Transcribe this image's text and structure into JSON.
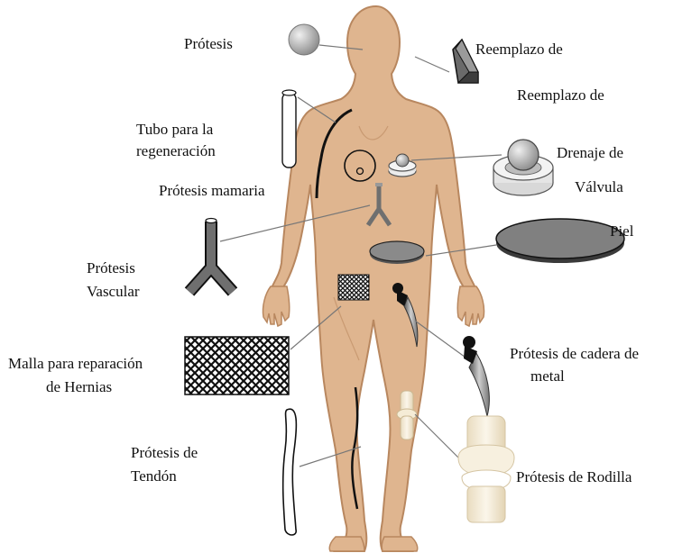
{
  "labels": {
    "protesis": "Prótesis",
    "reemplazo_1": "Reemplazo de",
    "reemplazo_2": "Reemplazo de",
    "tubo_line1": "Tubo para la",
    "tubo_line2": "regeneración",
    "drenaje": "Drenaje de",
    "valvula": "Válvula",
    "mamaria": "Prótesis mamaria",
    "piel": "Piel",
    "vascular_line1": "Prótesis",
    "vascular_line2": "Vascular",
    "malla_line1": "Malla para reparación",
    "malla_line2": "de Hernias",
    "cadera_line1": "Prótesis de cadera de",
    "cadera_line2": "metal",
    "tendon_line1": "Prótesis de",
    "tendon_line2": "Tendón",
    "rodilla": "Prótesis de Rodilla"
  },
  "colors": {
    "skin": "#dfb58f",
    "skin_shadow": "#c99a72",
    "implant_gray": "#6f6f6f",
    "implant_dark": "#2b2b2b",
    "bone": "#f5ecd6",
    "leader": "#777777"
  }
}
